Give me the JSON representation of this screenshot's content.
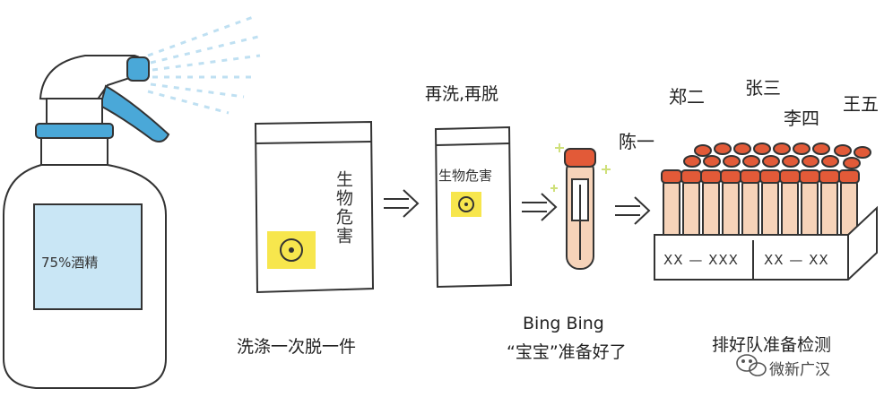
{
  "bottle": {
    "label": "75%酒精"
  },
  "bag_large": {
    "text": "生物危害"
  },
  "bag_small": {
    "text": "生物危害"
  },
  "captions": {
    "wash_once": "洗涤一次脱一件",
    "wash_again": "再洗,再脱",
    "bing_line1": "Bing Bing",
    "bing_line2": "“宝宝”准备好了",
    "queue": "排好队准备检测"
  },
  "names": [
    "陈一",
    "郑二",
    "张三",
    "李四",
    "王五"
  ],
  "tray_labels": [
    "XX — XXX",
    "XX — XX"
  ],
  "watermark": {
    "text": "微新广汉"
  },
  "colors": {
    "spray_cap": "#4aa8d8",
    "bottle_liquid": "#c9e6f5",
    "hazard_yellow": "#f7e64d",
    "tube_cap": "#e25a38",
    "tube_liquid": "#f6d3b9"
  }
}
